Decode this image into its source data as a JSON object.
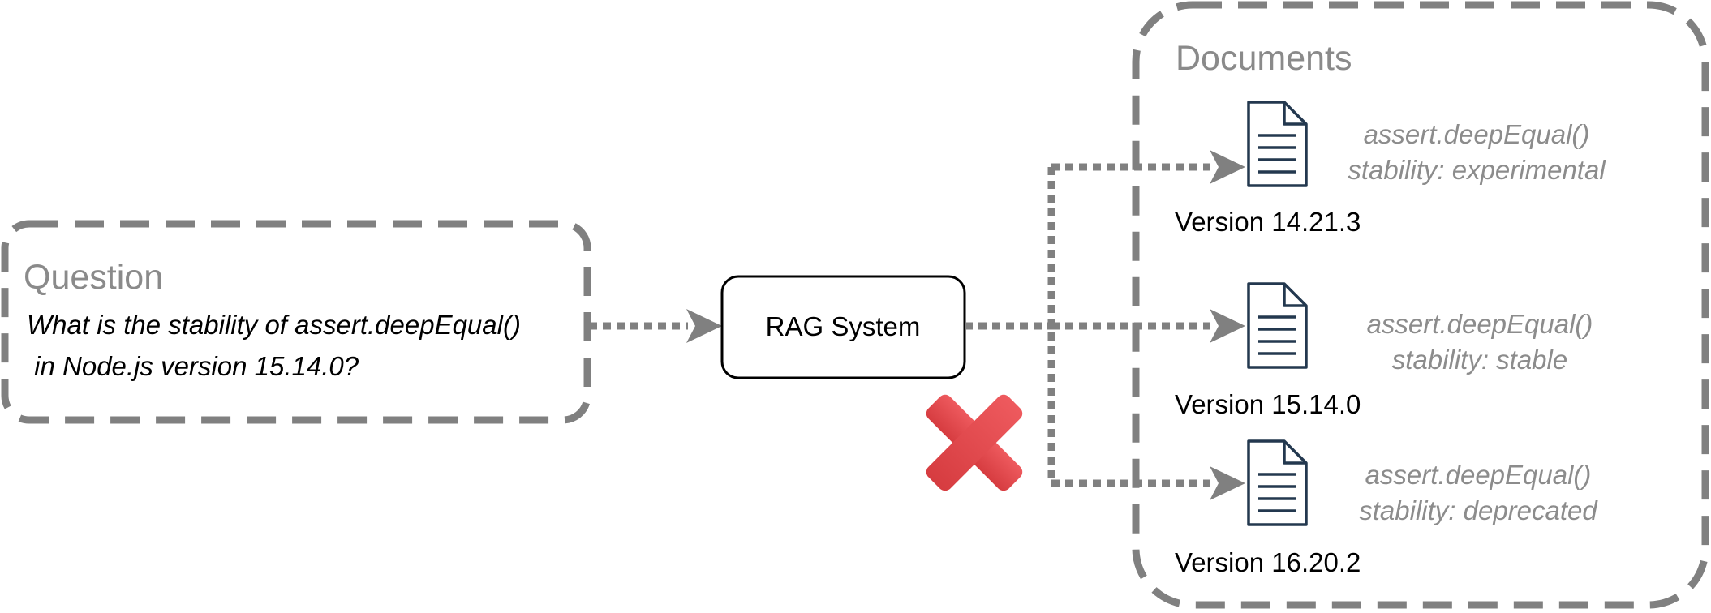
{
  "question": {
    "title": "Question",
    "line1": "What is the stability of assert.deepEqual()",
    "line2": " in Node.js version 15.14.0?"
  },
  "rag_system": {
    "label": "RAG System"
  },
  "documents": {
    "title": "Documents",
    "items": [
      {
        "version": "Version 14.21.3",
        "function": "assert.deepEqual()",
        "stability": "stability: experimental"
      },
      {
        "version": "Version 15.14.0",
        "function": "assert.deepEqual()",
        "stability": "stability: stable"
      },
      {
        "version": "Version 16.20.2",
        "function": "assert.deepEqual()",
        "stability": "stability: deprecated"
      }
    ]
  },
  "colors": {
    "dashed_border": "#808080",
    "arrow": "#808080",
    "doc_icon": "#23384f",
    "cross_top": "#ee5a5e",
    "cross_bottom": "#d63c40"
  },
  "icons": {
    "document": "document-icon",
    "failure": "red-cross-icon"
  }
}
